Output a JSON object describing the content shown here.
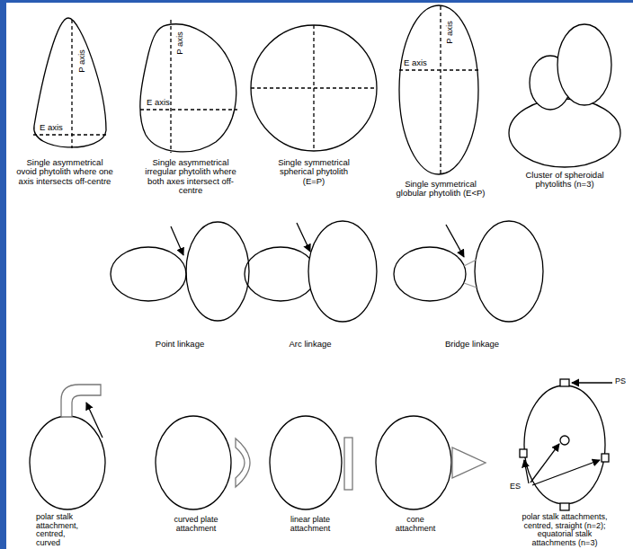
{
  "diagram": {
    "labels": [
      "P axis",
      "E axis",
      "Single asymmetrical ovoid phytolith where one axis intersects off-centre",
      "P axis",
      "E axis",
      "Single asymmetrical irregular phytolith where both axes intersect off-centre",
      "Single symmetrical spherical phytolith (E=P)",
      "P axis",
      "E axis",
      "Single symmetrical globular phytolith (E<P)",
      "Cluster of spheroidal phytoliths (n=3)",
      "Point linkage",
      "Arc linkage",
      "Bridge linkage",
      "polar stalk attachment, centred, curved",
      "curved plate attachment",
      "linear plate attachment",
      "cone attachment",
      "PS",
      "ES",
      "polar stalk attachments, centred, straight (n=2); equatorial stalk attachments (n=3)"
    ]
  }
}
